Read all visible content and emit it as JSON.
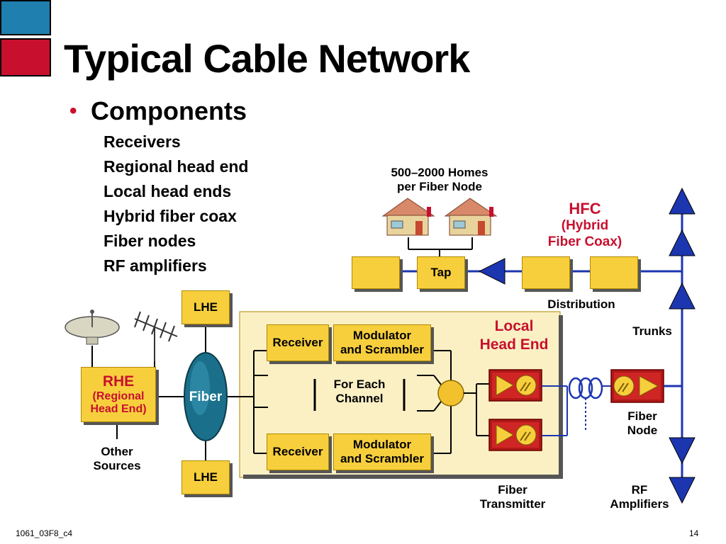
{
  "title": "Typical Cable Network",
  "bullet": "Components",
  "components": [
    "Receivers",
    "Regional head end",
    "Local head ends",
    "Hybrid fiber coax",
    "Fiber nodes",
    "RF amplifiers"
  ],
  "homes_label": [
    "500–2000 Homes",
    "per Fiber Node"
  ],
  "hfc": [
    "HFC",
    "(Hybrid",
    "Fiber Coax)"
  ],
  "tap": "Tap",
  "distribution": "Distribution",
  "trunks": "Trunks",
  "lhe": "LHE",
  "local_head_end": [
    "Local",
    "Head End"
  ],
  "receiver": "Receiver",
  "modulator": [
    "Modulator",
    "and Scrambler"
  ],
  "for_each": [
    "For Each",
    "Channel"
  ],
  "rhe": [
    "RHE",
    "(Regional",
    "Head End)"
  ],
  "fiber": "Fiber",
  "other_sources": [
    "Other",
    "Sources"
  ],
  "fiber_transmitter": [
    "Fiber",
    "Transmitter"
  ],
  "fiber_node": [
    "Fiber",
    "Node"
  ],
  "rf_amplifiers": [
    "RF",
    "Amplifiers"
  ],
  "footer_left": "1061_03F8_c4",
  "footer_right": "14",
  "colors": {
    "accent_red": "#c8102e",
    "accent_blue": "#1f7fae",
    "box_yellow": "#f7cf3d",
    "panel": "#fbf0c4",
    "amp_blue": "#1c36b0"
  }
}
